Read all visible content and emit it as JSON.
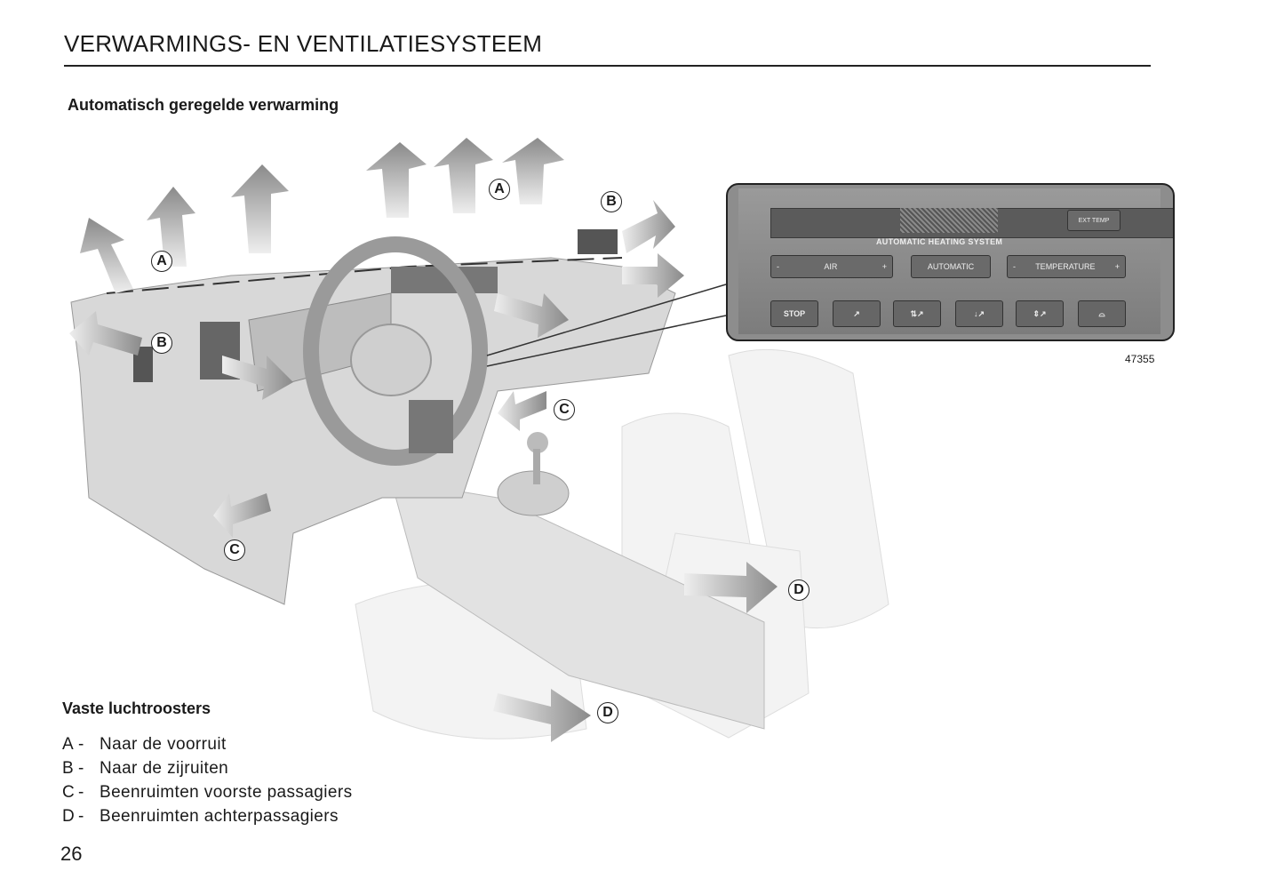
{
  "header": {
    "title": "VERWARMINGS- EN VENTILATIESYSTEEM",
    "subtitle": "Automatisch geregelde verwarming"
  },
  "figure": {
    "number": "47355",
    "callouts": [
      "A",
      "A",
      "B",
      "B",
      "C",
      "C",
      "D",
      "D"
    ],
    "panel": {
      "system_label": "AUTOMATIC HEATING SYSTEM",
      "ext_temp": "EXT TEMP",
      "air": {
        "minus": "-",
        "label": "AIR",
        "plus": "+"
      },
      "automatic": "AUTOMATIC",
      "temperature": {
        "minus": "-",
        "label": "TEMPERATURE",
        "plus": "+"
      },
      "stop": "STOP",
      "mode_icons": [
        "vent-face-icon",
        "vent-face-feet-icon",
        "vent-feet-icon",
        "vent-feet-screen-icon",
        "defrost-icon"
      ]
    }
  },
  "legend": {
    "title": "Vaste luchtroosters",
    "items": [
      {
        "key": "A",
        "sep": "-",
        "text": "Naar de voorruit"
      },
      {
        "key": "B",
        "sep": "-",
        "text": "Naar de zijruiten"
      },
      {
        "key": "C",
        "sep": "-",
        "text": "Beenruimten voorste passagiers"
      },
      {
        "key": "D",
        "sep": "-",
        "text": "Beenruimten achterpassagiers"
      }
    ]
  },
  "footer": {
    "page_number": "26"
  }
}
